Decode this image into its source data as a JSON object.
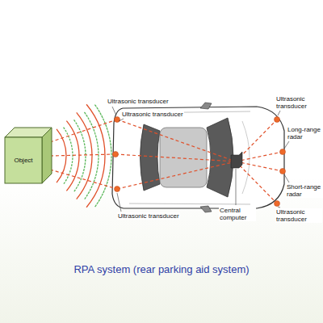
{
  "diagram": {
    "caption": "RPA system (rear parking aid system)",
    "nodes": [
      {
        "text": [
          "Object"
        ]
      }
    ],
    "labels": [
      "Ultrasonic transducer",
      "Ultrasonic transducer",
      "Ultrasonic transducer",
      "Long-range radar",
      "Short-range radar",
      "Ultrasonic transducer",
      "Central computer",
      "Ultrasonic transducer"
    ]
  }
}
